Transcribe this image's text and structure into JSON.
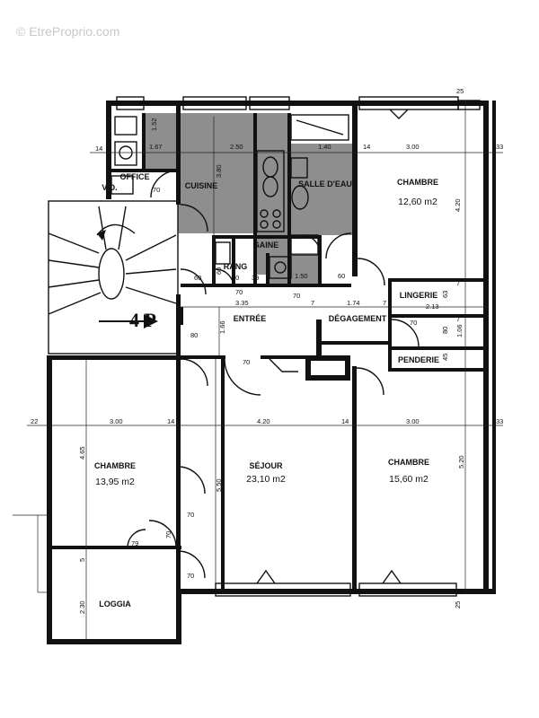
{
  "watermark": "© EtreProprio.com",
  "stair_label": "4 P",
  "rooms": {
    "chambre_ne": {
      "name": "CHAMBRE",
      "area": "12,60 m2"
    },
    "chambre_w": {
      "name": "CHAMBRE",
      "area": "13,95 m2"
    },
    "sejour": {
      "name": "SÉJOUR",
      "area": "23,10 m2"
    },
    "chambre_se": {
      "name": "CHAMBRE",
      "area": "15,60 m2"
    },
    "cuisine": {
      "name": "CUISINE"
    },
    "salle_eau": {
      "name": "SALLE D'EAU"
    },
    "office": {
      "name": "OFFICE"
    },
    "vo": {
      "name": "V.O."
    },
    "gaine": {
      "name": "GAINE"
    },
    "rang": {
      "name": "RANG"
    },
    "entree": {
      "name": "ENTRÉE"
    },
    "degagement": {
      "name": "DÉGAGEMENT"
    },
    "lingerie": {
      "name": "LINGERIE"
    },
    "penderie": {
      "name": "PENDERIE"
    },
    "loggia": {
      "name": "LOGGIA"
    }
  },
  "dimensions": {
    "d25": "25",
    "d14a": "14",
    "d250": "2.50",
    "d140": "1.40",
    "d14b": "14",
    "d300a": "3.00",
    "d33a": "33",
    "d152": "1.52",
    "d167": "1.67",
    "d70a": "70",
    "d380": "3.80",
    "d420a": "4.20",
    "d60a": "60",
    "d60b": "60",
    "d70b": "70",
    "d70c": "70",
    "d39": "39",
    "d150": "1.50",
    "d60c": "60",
    "d70d": "70",
    "d335": "3.35",
    "d7a": "7",
    "d174": "1.74",
    "d7b": "7",
    "d213": "2.13",
    "d7c": "7",
    "d63": "63",
    "d7d": "7",
    "d80a": "80",
    "d106": "1.06",
    "d166": "1.66",
    "d70e": "70",
    "d80b": "80",
    "d45": "45",
    "d22": "22",
    "d300b": "3.00",
    "d14c": "14",
    "d420b": "4.20",
    "d14d": "14",
    "d300c": "3.00",
    "d33b": "33",
    "d465": "4.65",
    "d550": "5.50",
    "d520": "5.20",
    "d70f": "70",
    "d70g": "70",
    "d79": "79",
    "d5": "5",
    "d230": "2.30",
    "d70h": "70",
    "d25b": "25",
    "d70i": "70"
  }
}
